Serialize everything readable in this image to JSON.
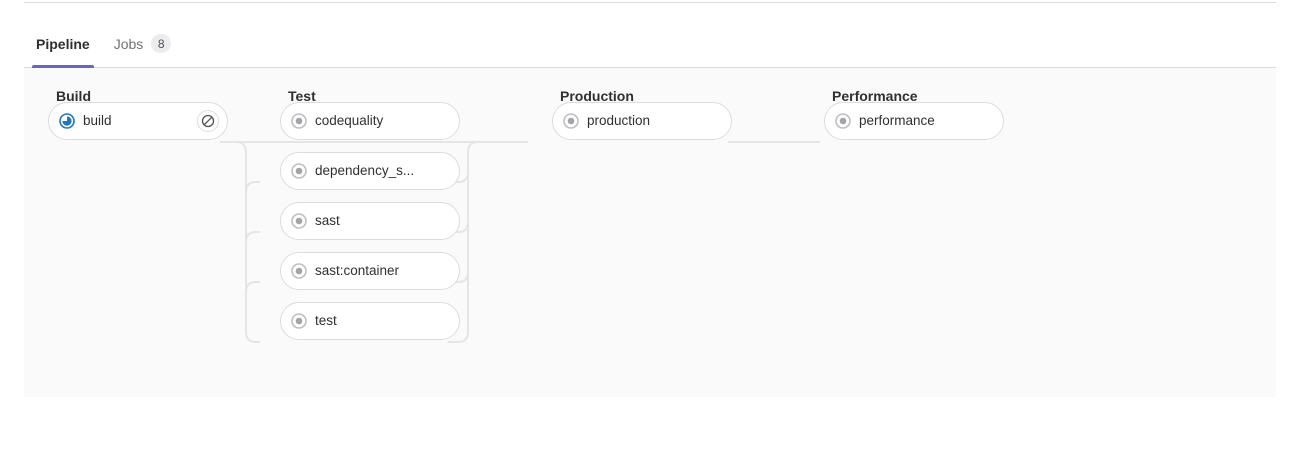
{
  "tabs": [
    {
      "label": "Pipeline",
      "active": true,
      "badge": null
    },
    {
      "label": "Jobs",
      "active": false,
      "badge": "8"
    }
  ],
  "colors": {
    "active_tab_underline": "#6666c4",
    "running_status": "#1f75cb",
    "created_status": "#a4a3a8",
    "canvas_background": "#fafafa",
    "pill_border": "#dcdcde",
    "connector": "#e5e5e5",
    "text_primary": "#303030",
    "text_muted": "#737278"
  },
  "pipeline": {
    "stages": [
      {
        "name": "Build",
        "jobs": [
          {
            "name": "build",
            "status": "running",
            "status_icon": "status-running-icon",
            "action": "cancel",
            "action_icon": "cancel-icon"
          }
        ]
      },
      {
        "name": "Test",
        "jobs": [
          {
            "name": "codequality",
            "status": "created",
            "status_icon": "status-created-icon",
            "action": null,
            "action_icon": null
          },
          {
            "name": "dependency_s...",
            "status": "created",
            "status_icon": "status-created-icon",
            "action": null,
            "action_icon": null
          },
          {
            "name": "sast",
            "status": "created",
            "status_icon": "status-created-icon",
            "action": null,
            "action_icon": null
          },
          {
            "name": "sast:container",
            "status": "created",
            "status_icon": "status-created-icon",
            "action": null,
            "action_icon": null
          },
          {
            "name": "test",
            "status": "created",
            "status_icon": "status-created-icon",
            "action": null,
            "action_icon": null
          }
        ]
      },
      {
        "name": "Production",
        "jobs": [
          {
            "name": "production",
            "status": "created",
            "status_icon": "status-created-icon",
            "action": null,
            "action_icon": null
          }
        ]
      },
      {
        "name": "Performance",
        "jobs": [
          {
            "name": "performance",
            "status": "created",
            "status_icon": "status-created-icon",
            "action": null,
            "action_icon": null
          }
        ]
      }
    ]
  }
}
